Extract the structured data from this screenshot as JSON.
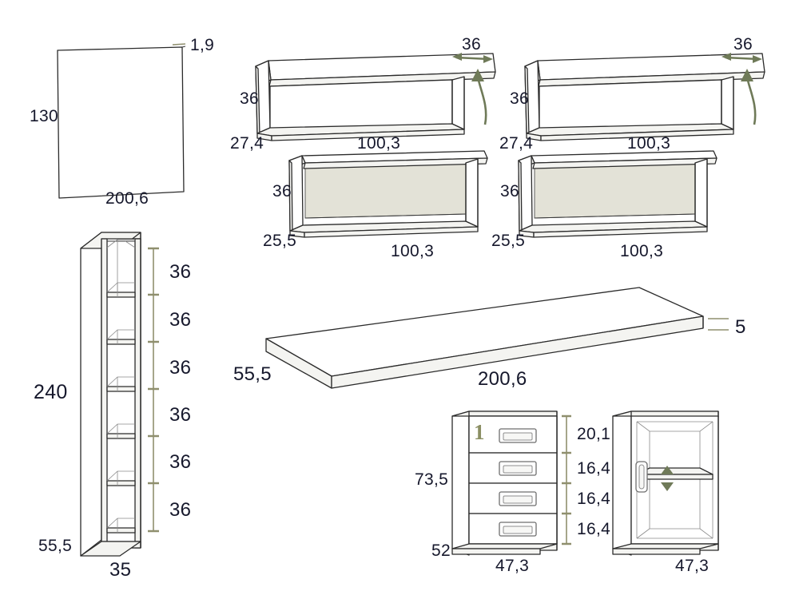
{
  "diagram": {
    "title": "Furniture assembly dimension sheet",
    "units": "cm",
    "accent_color": "#8f8f6e",
    "arrow_color": "#6f7a58",
    "panel_color": "#e3e2d7",
    "line_color": "#2b2b2b"
  },
  "parts": {
    "back_panel": {
      "name": "back-panel",
      "width": "200,6",
      "height": "130",
      "thickness": "1,9"
    },
    "tall_shelf_unit": {
      "name": "tall-shelf-unit",
      "height": "240",
      "depth": "55,5",
      "width": "35",
      "compartments": [
        "36",
        "36",
        "36",
        "36",
        "36",
        "36"
      ]
    },
    "wall_shelf_open_left": {
      "name": "wall-shelf-open-left",
      "height": "36",
      "depth_label": "27,4",
      "width": "100,3",
      "top_depth": "36"
    },
    "wall_shelf_open_right": {
      "name": "wall-shelf-open-right",
      "height": "36",
      "depth_label": "27,4",
      "width": "100,3",
      "top_depth": "36"
    },
    "wall_shelf_backed_left": {
      "name": "wall-shelf-backed-left",
      "height": "36",
      "depth_label": "25,5",
      "width": "100,3"
    },
    "wall_shelf_backed_right": {
      "name": "wall-shelf-backed-right",
      "height": "36",
      "depth_label": "25,5",
      "width": "100,3"
    },
    "desk_top": {
      "name": "desk-top-panel",
      "depth": "55,5",
      "length": "200,6",
      "thickness": "5"
    },
    "drawer_unit": {
      "name": "drawer-unit",
      "total_height": "73,5",
      "depth": "52",
      "width": "47,3",
      "step_marker": "1",
      "drawers": [
        "20,1",
        "16,4",
        "16,4",
        "16,4"
      ]
    },
    "door_cabinet": {
      "name": "door-cabinet",
      "width": "47,3"
    }
  }
}
